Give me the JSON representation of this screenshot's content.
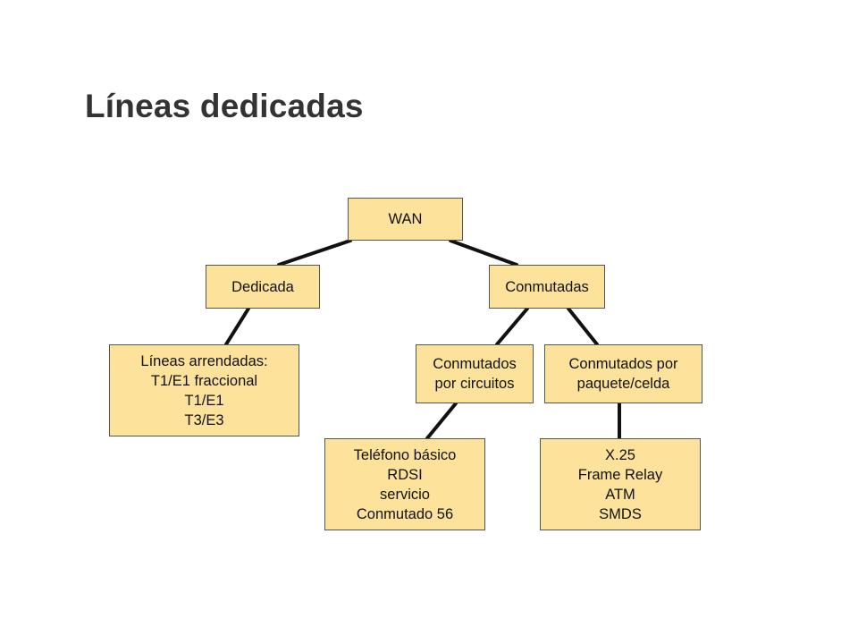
{
  "title": "Líneas dedicadas",
  "colors": {
    "box_fill": "#FCE29A",
    "box_border": "#555555",
    "connector": "#111111",
    "title_text": "#333333"
  },
  "nodes": {
    "wan": {
      "lines": [
        "WAN"
      ]
    },
    "dedicada": {
      "lines": [
        "Dedicada"
      ]
    },
    "conmutadas": {
      "lines": [
        "Conmutadas"
      ]
    },
    "lineas_arrendadas": {
      "lines": [
        "Líneas arrendadas:",
        "T1/E1 fraccional",
        "T1/E1",
        "T3/E3"
      ]
    },
    "conmutados_circuitos": {
      "lines": [
        "Conmutados",
        "por circuitos"
      ]
    },
    "conmutados_paquete": {
      "lines": [
        "Conmutados por",
        "paquete/celda"
      ]
    },
    "telefono": {
      "lines": [
        "Teléfono básico",
        "RDSI",
        "servicio",
        "Conmutado 56"
      ]
    },
    "x25": {
      "lines": [
        "X.25",
        "Frame Relay",
        "ATM",
        "SMDS"
      ]
    }
  }
}
